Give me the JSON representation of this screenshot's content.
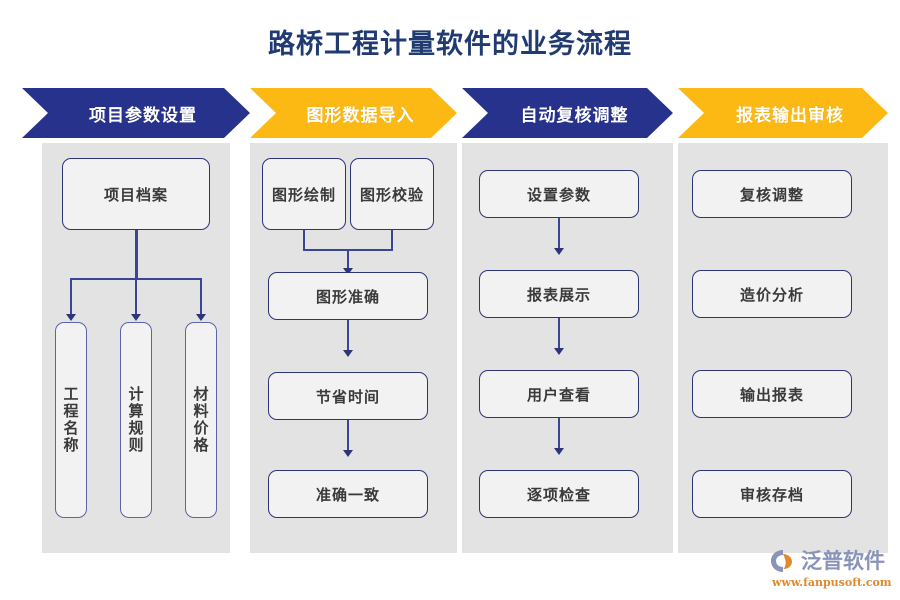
{
  "title": "路桥工程计量软件的业务流程",
  "theme": {
    "navy": "#27328c",
    "gold": "#fdb913",
    "title_color": "#203a72",
    "panel_gray": "#e3e3e3",
    "node_fill": "#f2f2f2",
    "node_border": "#5a64a8",
    "connector": "#3b4595"
  },
  "columns": [
    {
      "banner": "项目参数设置",
      "color": "navy",
      "nodes": [
        {
          "label": "项目档案",
          "orientation": "horizontal"
        },
        {
          "label": "工程名称",
          "orientation": "vertical"
        },
        {
          "label": "计算规则",
          "orientation": "vertical"
        },
        {
          "label": "材料价格",
          "orientation": "vertical"
        }
      ]
    },
    {
      "banner": "图形数据导入",
      "color": "gold",
      "nodes": [
        {
          "label": "图形绘制",
          "orientation": "horizontal"
        },
        {
          "label": "图形校验",
          "orientation": "horizontal"
        },
        {
          "label": "图形准确",
          "orientation": "horizontal"
        },
        {
          "label": "节省时间",
          "orientation": "horizontal"
        },
        {
          "label": "准确一致",
          "orientation": "horizontal"
        }
      ]
    },
    {
      "banner": "自动复核调整",
      "color": "navy",
      "nodes": [
        {
          "label": "设置参数",
          "orientation": "horizontal"
        },
        {
          "label": "报表展示",
          "orientation": "horizontal"
        },
        {
          "label": "用户查看",
          "orientation": "horizontal"
        },
        {
          "label": "逐项检查",
          "orientation": "horizontal"
        }
      ]
    },
    {
      "banner": "报表输出审核",
      "color": "gold",
      "nodes": [
        {
          "label": "复核调整",
          "orientation": "horizontal"
        },
        {
          "label": "造价分析",
          "orientation": "horizontal"
        },
        {
          "label": "输出报表",
          "orientation": "horizontal"
        },
        {
          "label": "审核存档",
          "orientation": "horizontal"
        }
      ]
    }
  ],
  "logo": {
    "name": "泛普软件",
    "url": "www.fanpusoft.com"
  }
}
